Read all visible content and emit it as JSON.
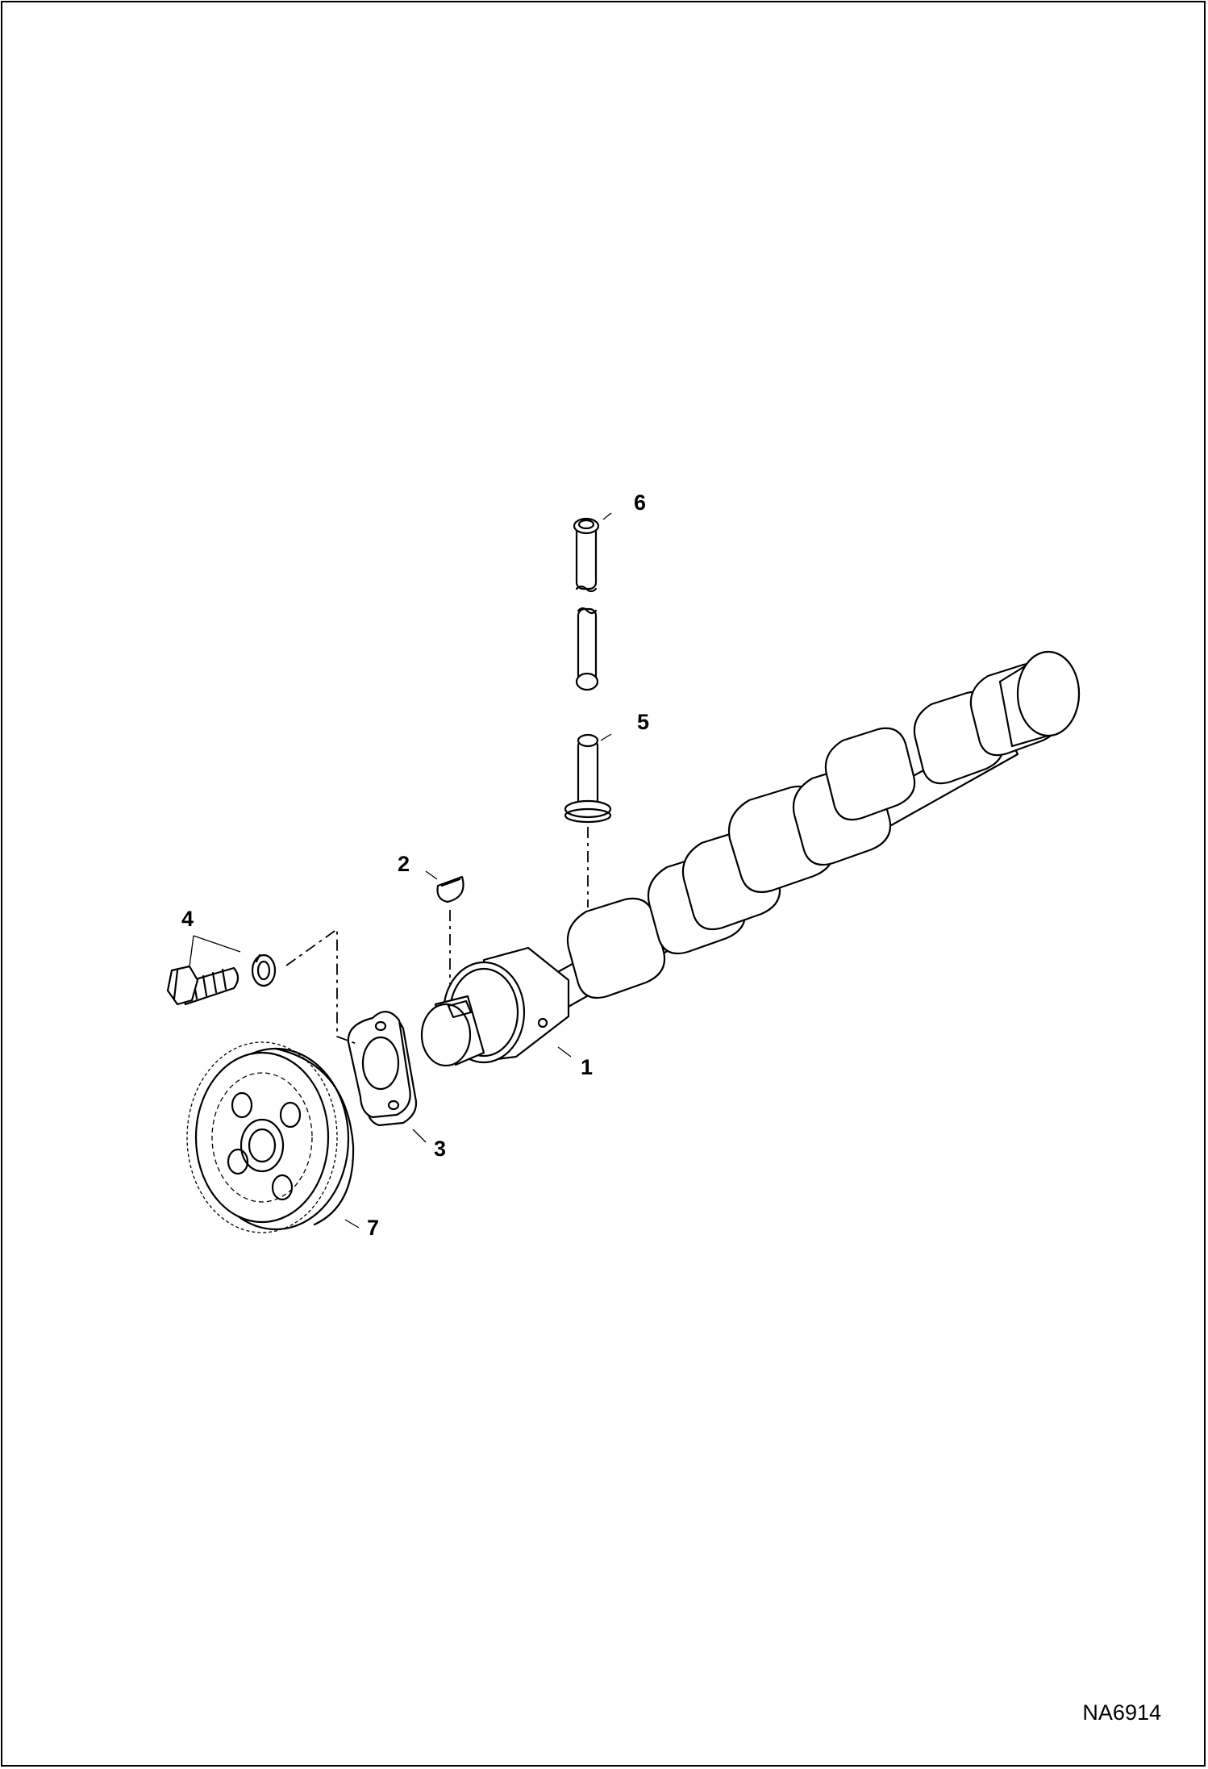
{
  "figure_id": "NA6914",
  "callouts": {
    "c1": "1",
    "c2": "2",
    "c3": "3",
    "c4": "4",
    "c5": "5",
    "c6": "6",
    "c7": "7"
  }
}
